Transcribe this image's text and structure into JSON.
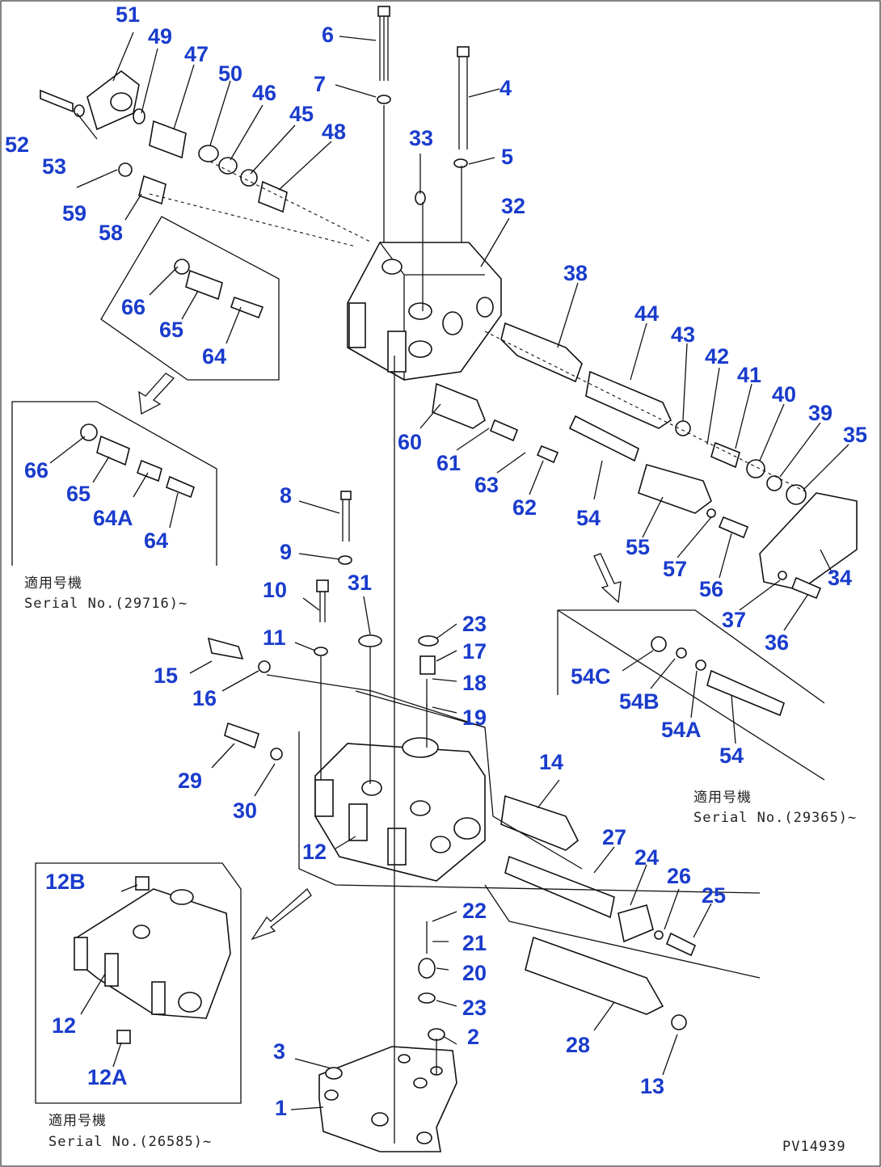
{
  "diagram": {
    "drawing_code": "PV14939",
    "serial_notes": [
      {
        "id": "sn1",
        "line1": "適用号機",
        "line2": "Serial No.(29716)~"
      },
      {
        "id": "sn2",
        "line1": "適用号機",
        "line2": "Serial No.(29365)~"
      },
      {
        "id": "sn3",
        "line1": "適用号機",
        "line2": "Serial No.(26585)~"
      }
    ],
    "callouts": [
      "1",
      "2",
      "3",
      "4",
      "5",
      "6",
      "7",
      "8",
      "9",
      "10",
      "11",
      "12",
      "12A",
      "12B",
      "13",
      "14",
      "15",
      "16",
      "17",
      "18",
      "19",
      "20",
      "21",
      "22",
      "23",
      "24",
      "25",
      "26",
      "27",
      "28",
      "29",
      "30",
      "31",
      "32",
      "33",
      "34",
      "35",
      "36",
      "37",
      "38",
      "39",
      "40",
      "41",
      "42",
      "43",
      "44",
      "45",
      "46",
      "47",
      "48",
      "49",
      "50",
      "51",
      "52",
      "53",
      "54",
      "54A",
      "54B",
      "54C",
      "55",
      "56",
      "57",
      "58",
      "59",
      "60",
      "61",
      "62",
      "63",
      "64",
      "64A",
      "65",
      "66"
    ]
  }
}
